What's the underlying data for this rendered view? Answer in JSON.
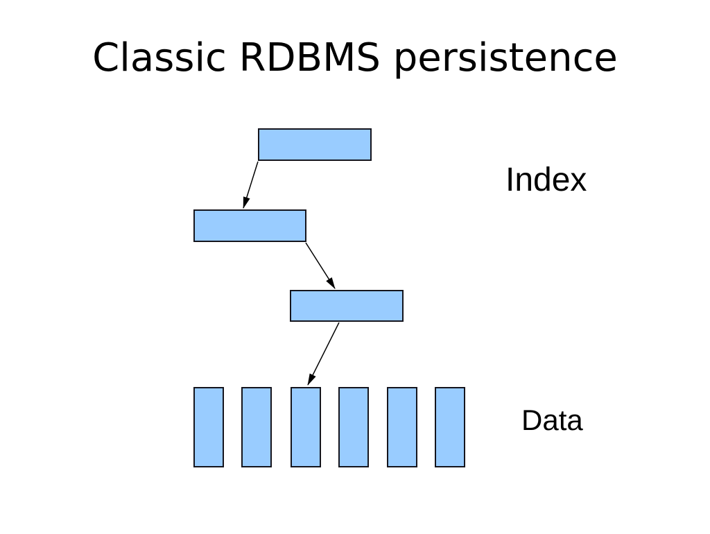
{
  "slide": {
    "title": "Classic RDBMS persistence",
    "labels": {
      "index": "Index",
      "data": "Data"
    },
    "colors": {
      "background": "#FFFFFF",
      "box_fill": "#99CCFF",
      "box_border": "#14141C",
      "arrow": "#000000",
      "text": "#000000"
    },
    "diagram": {
      "index_node_count": 3,
      "data_cell_count": 6,
      "arrow_count": 3
    }
  }
}
